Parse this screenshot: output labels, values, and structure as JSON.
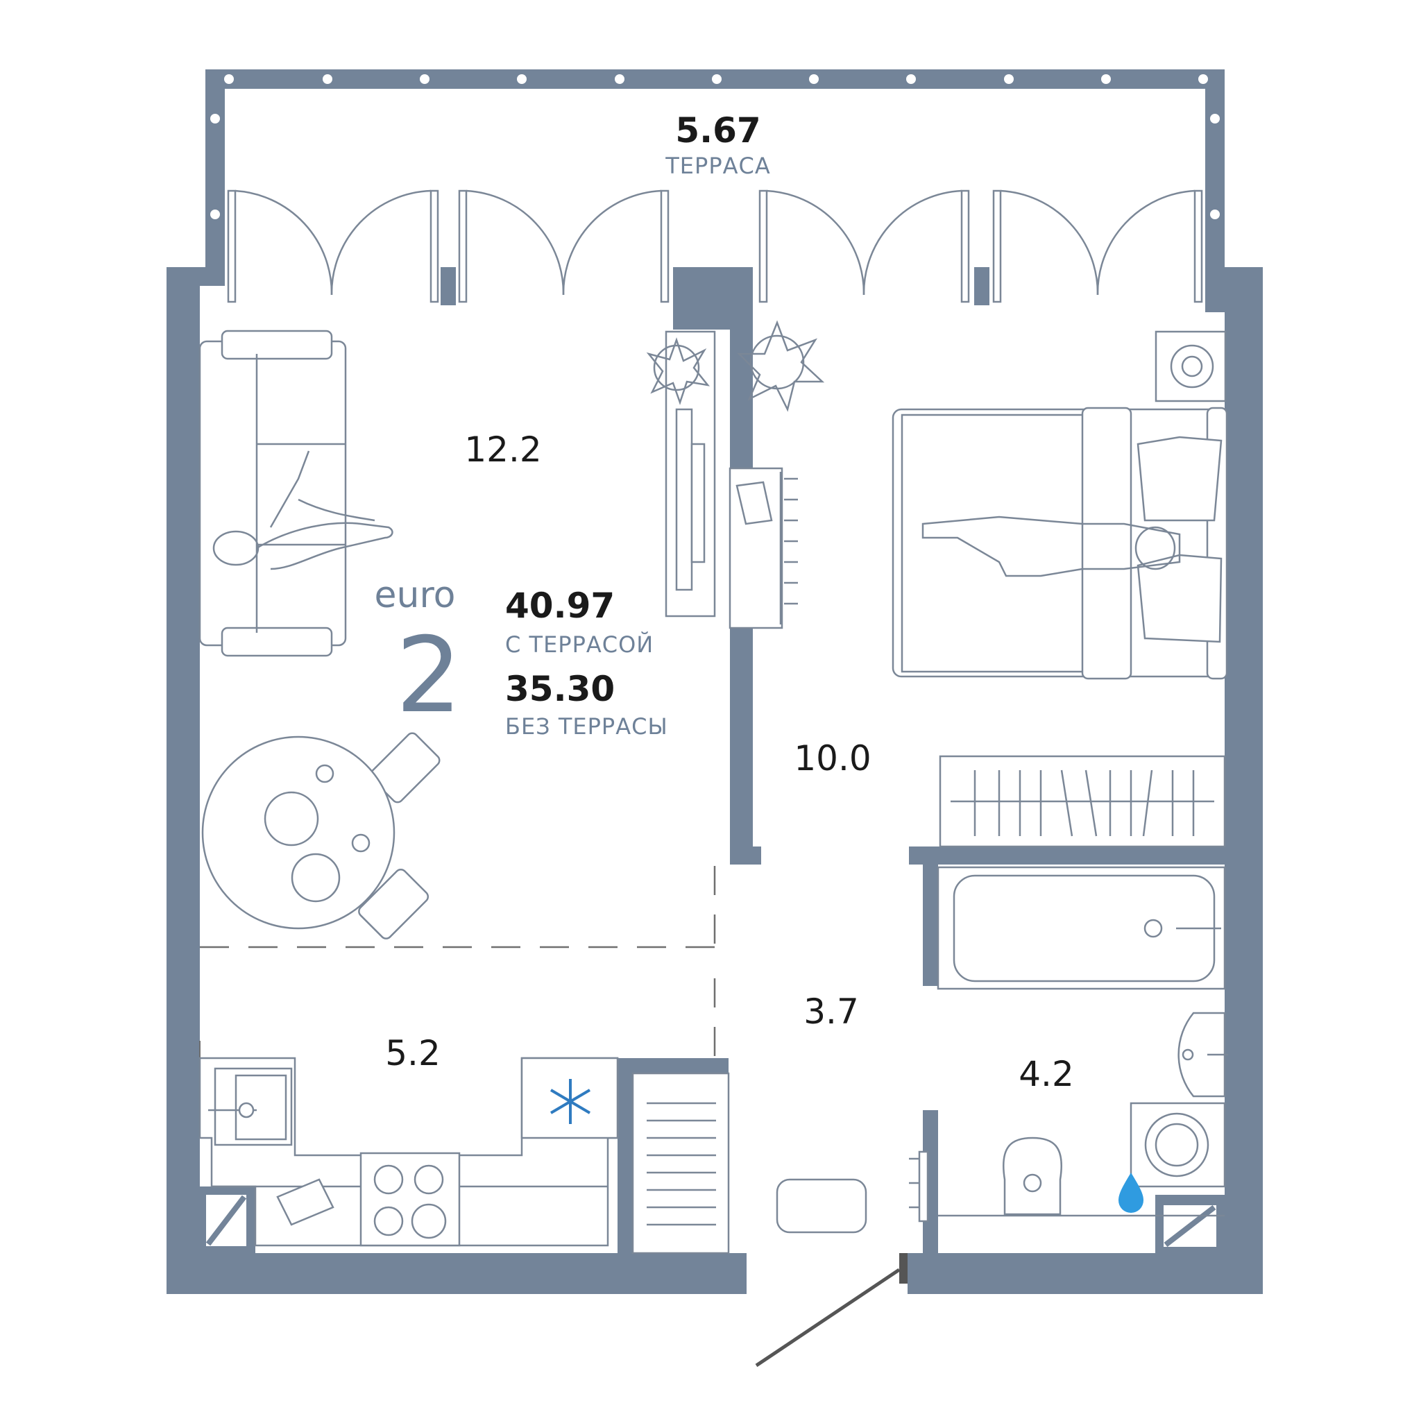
{
  "plan": {
    "apartment_type": "euro",
    "rooms_count": "2",
    "total_with_terrace": "40.97",
    "with_terrace_label": "С ТЕРРАСОЙ",
    "total_without_terrace": "35.30",
    "without_terrace_label": "БЕЗ ТЕРРАСЫ"
  },
  "rooms": {
    "terrace_area": "5.67",
    "terrace_label": "ТЕРРАСА",
    "living_area": "12.2",
    "bedroom_area": "10.0",
    "kitchen_area": "5.2",
    "hall_area": "3.7",
    "bathroom_area": "4.2"
  },
  "icons": [
    "snowflake-icon",
    "water-drop-icon",
    "plant-icon"
  ],
  "colors": {
    "wall": "#738499",
    "accent_text": "#6e8198",
    "water": "#2f9be0",
    "furniture_line": "#7b8797"
  }
}
